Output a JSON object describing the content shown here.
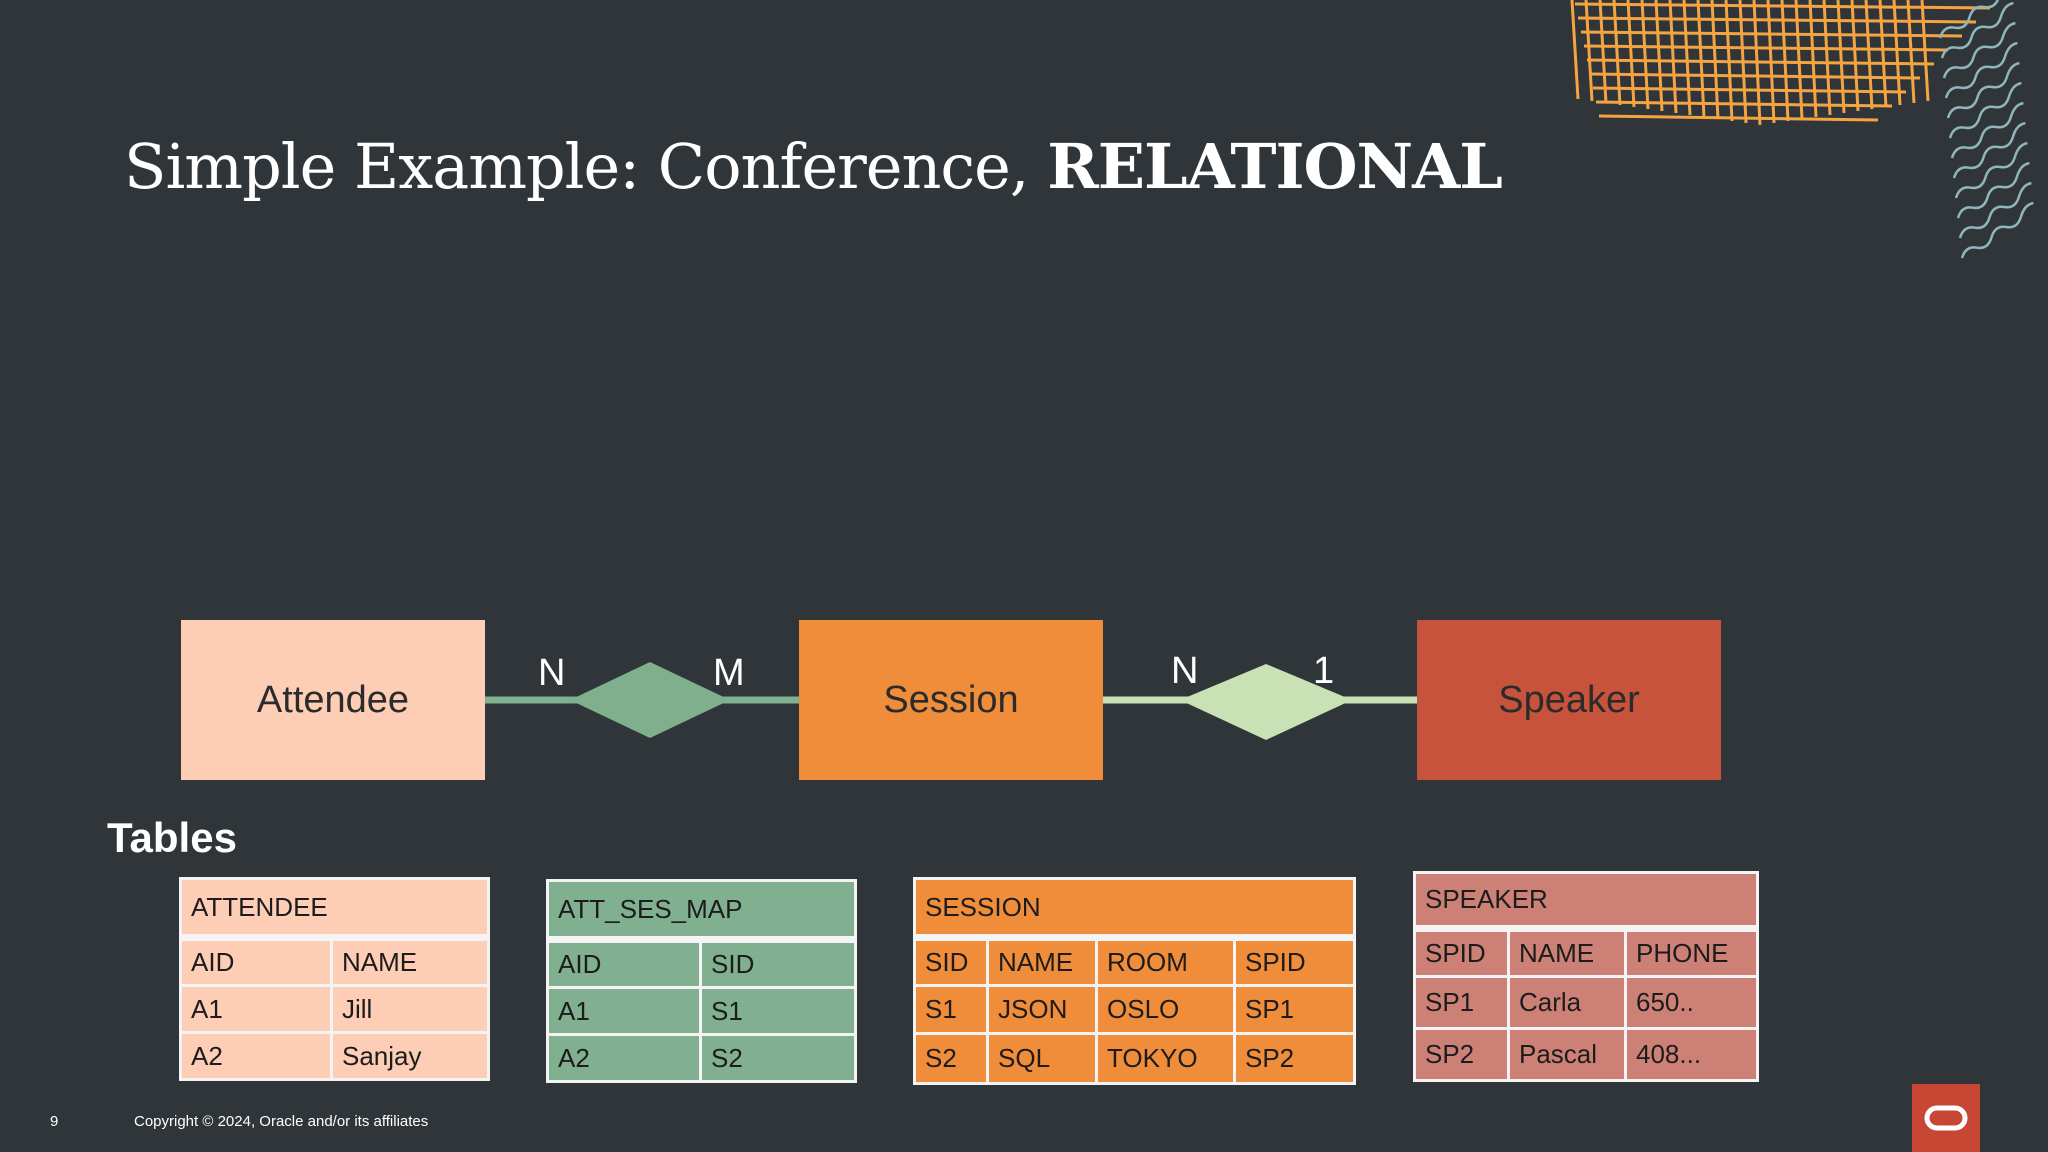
{
  "slide": {
    "title_prefix": "Simple Example: Conference, ",
    "title_emphasis": "RELATIONAL",
    "page_number": "9",
    "copyright": "Copyright © 2024, Oracle and/or its affiliates"
  },
  "diagram": {
    "entities": [
      {
        "label": "Attendee",
        "color": "#fdcdb5"
      },
      {
        "label": "Session",
        "color": "#ef8d3b"
      },
      {
        "label": "Speaker",
        "color": "#c8533d"
      }
    ],
    "relationships": [
      {
        "left_cardinality": "N",
        "right_cardinality": "M",
        "color": "#7faf8c"
      },
      {
        "left_cardinality": "N",
        "right_cardinality": "1",
        "color": "#c9e2b5"
      }
    ]
  },
  "tables_heading": "Tables",
  "tables": [
    {
      "name": "ATTENDEE",
      "color": "#fdcdb5",
      "columns": [
        "AID",
        "NAME"
      ],
      "rows": [
        [
          "A1",
          "Jill"
        ],
        [
          "A2",
          "Sanjay"
        ]
      ]
    },
    {
      "name": "ATT_SES_MAP",
      "color": "#80b08f",
      "columns": [
        "AID",
        "SID"
      ],
      "rows": [
        [
          "A1",
          "S1"
        ],
        [
          "A2",
          "S2"
        ]
      ]
    },
    {
      "name": "SESSION",
      "color": "#ef8d3b",
      "columns": [
        "SID",
        "NAME",
        "ROOM",
        "SPID"
      ],
      "rows": [
        [
          "S1",
          "JSON",
          "OSLO",
          "SP1"
        ],
        [
          "S2",
          "SQL",
          "TOKYO",
          "SP2"
        ]
      ]
    },
    {
      "name": "SPEAKER",
      "color": "#cd8176",
      "columns": [
        "SPID",
        "NAME",
        "PHONE"
      ],
      "rows": [
        [
          "SP1",
          "Carla",
          "650.."
        ],
        [
          "SP2",
          "Pascal",
          "408..."
        ]
      ]
    }
  ],
  "colors": {
    "background": "#2f3538",
    "accent_orange": "#f5a442",
    "accent_teal": "#8fb6bd",
    "oracle_red": "#c74634"
  }
}
